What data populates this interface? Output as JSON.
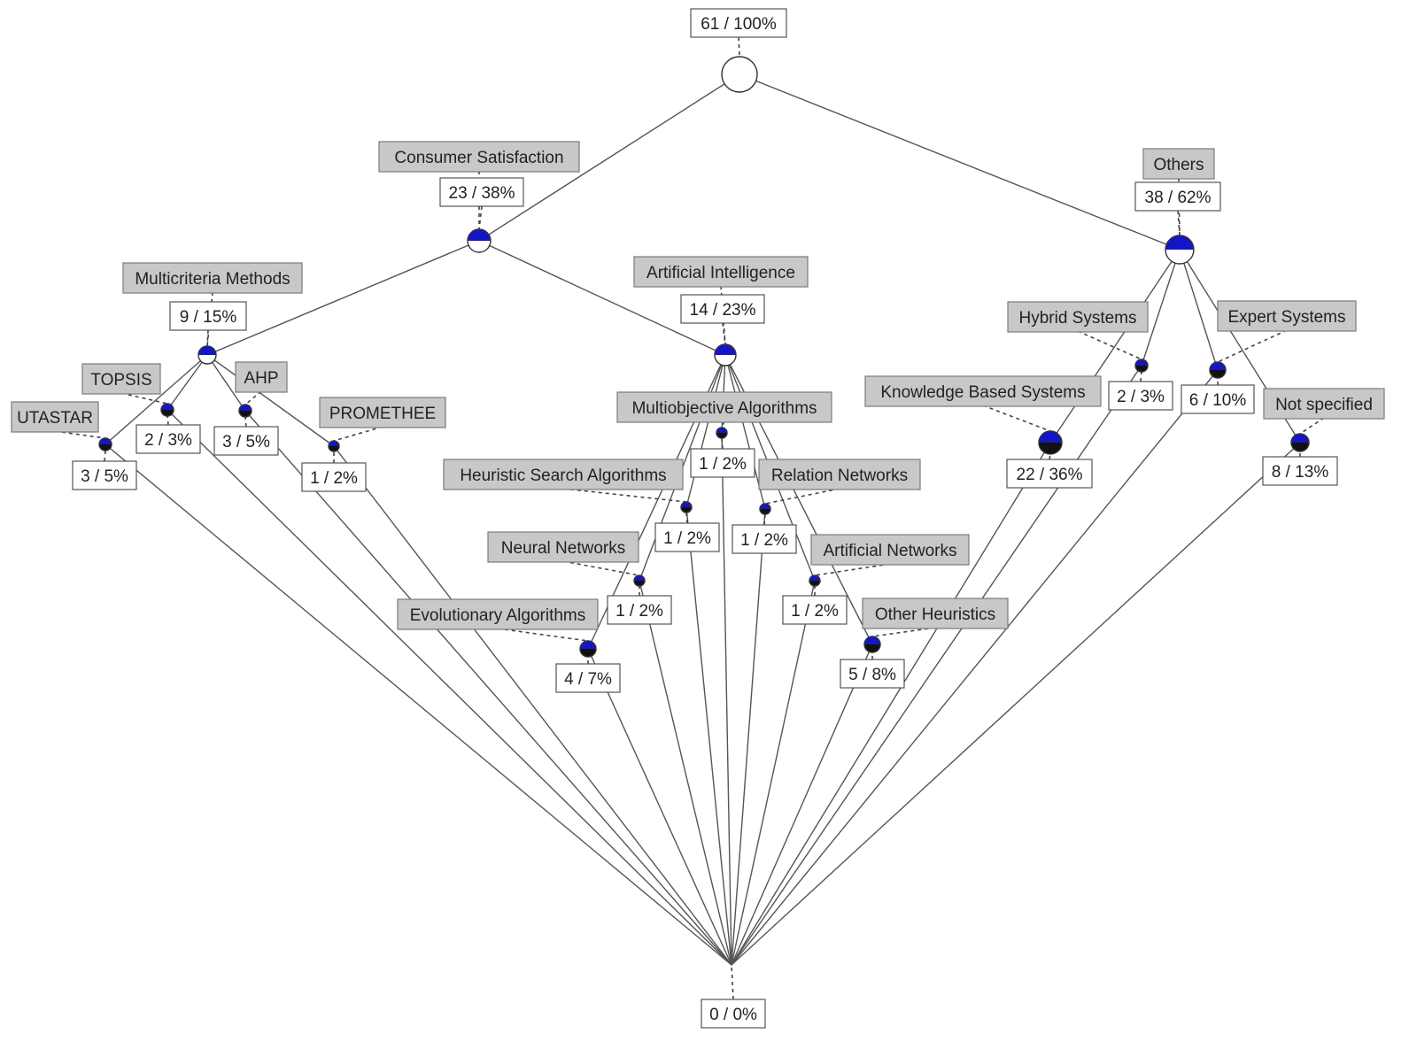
{
  "diagram": {
    "colors": {
      "fill_top": "#1515c8",
      "fill_bottom": "#111111",
      "empty": "#ffffff",
      "name_box": "#c8c8c8"
    },
    "nodes": [
      {
        "id": "top",
        "label": "",
        "count": "61 / 100%"
      },
      {
        "id": "consumer",
        "label": "Consumer Satisfaction",
        "count": "23 / 38%"
      },
      {
        "id": "others",
        "label": "Others",
        "count": "38 / 62%"
      },
      {
        "id": "mcm",
        "label": "Multicriteria Methods",
        "count": "9 / 15%"
      },
      {
        "id": "ai",
        "label": "Artificial Intelligence",
        "count": "14 / 23%"
      },
      {
        "id": "utastar",
        "label": "UTASTAR",
        "count": "3 / 5%"
      },
      {
        "id": "topsis",
        "label": "TOPSIS",
        "count": "2 / 3%"
      },
      {
        "id": "ahp",
        "label": "AHP",
        "count": "3 / 5%"
      },
      {
        "id": "promethee",
        "label": "PROMETHEE",
        "count": "1 / 2%"
      },
      {
        "id": "moa",
        "label": "Multiobjective Algorithms",
        "count": "1 / 2%"
      },
      {
        "id": "hsa",
        "label": "Heuristic Search Algorithms",
        "count": "1 / 2%"
      },
      {
        "id": "rn",
        "label": "Relation Networks",
        "count": "1 / 2%"
      },
      {
        "id": "nn",
        "label": "Neural Networks",
        "count": "1 / 2%"
      },
      {
        "id": "an",
        "label": "Artificial Networks",
        "count": "1 / 2%"
      },
      {
        "id": "ea",
        "label": "Evolutionary Algorithms",
        "count": "4 / 7%"
      },
      {
        "id": "oh",
        "label": "Other Heuristics",
        "count": "5 / 8%"
      },
      {
        "id": "hs",
        "label": "Hybrid Systems",
        "count": "2 / 3%"
      },
      {
        "id": "es",
        "label": "Expert Systems",
        "count": "6 / 10%"
      },
      {
        "id": "kbs",
        "label": "Knowledge Based Systems",
        "count": "22 / 36%"
      },
      {
        "id": "ns",
        "label": "Not specified",
        "count": "8 / 13%"
      },
      {
        "id": "bottom",
        "label": "",
        "count": "0 / 0%"
      }
    ],
    "edges": [
      [
        "top",
        "consumer"
      ],
      [
        "top",
        "others"
      ],
      [
        "consumer",
        "mcm"
      ],
      [
        "consumer",
        "ai"
      ],
      [
        "mcm",
        "utastar"
      ],
      [
        "mcm",
        "topsis"
      ],
      [
        "mcm",
        "ahp"
      ],
      [
        "mcm",
        "promethee"
      ],
      [
        "ai",
        "moa"
      ],
      [
        "ai",
        "hsa"
      ],
      [
        "ai",
        "rn"
      ],
      [
        "ai",
        "nn"
      ],
      [
        "ai",
        "an"
      ],
      [
        "ai",
        "ea"
      ],
      [
        "ai",
        "oh"
      ],
      [
        "others",
        "kbs"
      ],
      [
        "others",
        "hs"
      ],
      [
        "others",
        "es"
      ],
      [
        "others",
        "ns"
      ],
      [
        "utastar",
        "bottom"
      ],
      [
        "topsis",
        "bottom"
      ],
      [
        "ahp",
        "bottom"
      ],
      [
        "promethee",
        "bottom"
      ],
      [
        "moa",
        "bottom"
      ],
      [
        "hsa",
        "bottom"
      ],
      [
        "rn",
        "bottom"
      ],
      [
        "nn",
        "bottom"
      ],
      [
        "an",
        "bottom"
      ],
      [
        "ea",
        "bottom"
      ],
      [
        "oh",
        "bottom"
      ],
      [
        "kbs",
        "bottom"
      ],
      [
        "hs",
        "bottom"
      ],
      [
        "es",
        "bottom"
      ],
      [
        "ns",
        "bottom"
      ]
    ]
  }
}
